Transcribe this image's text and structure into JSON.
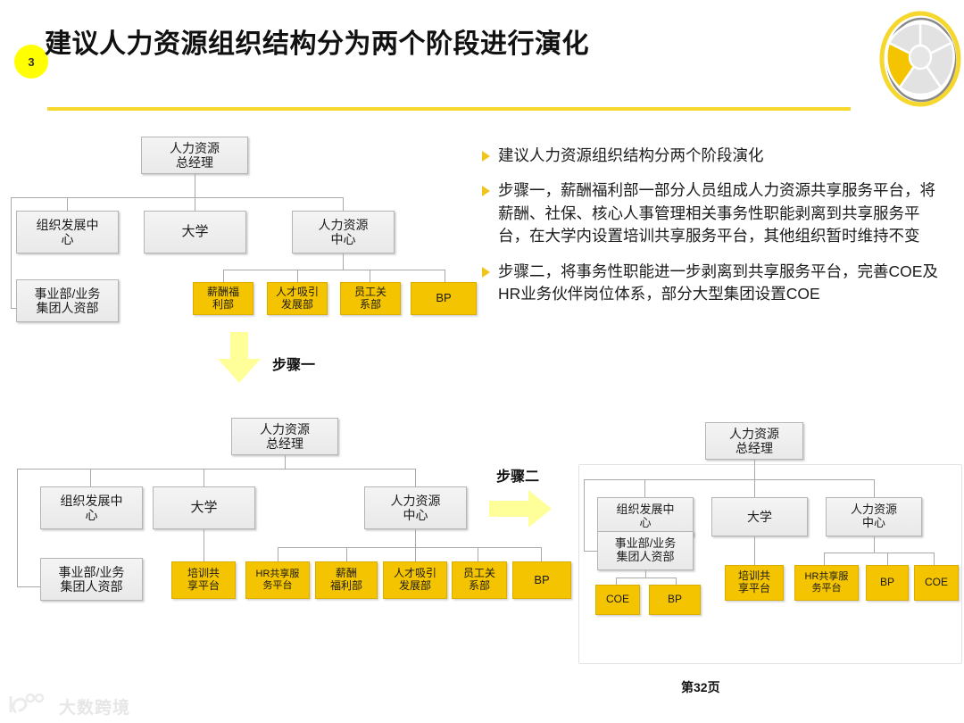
{
  "header": {
    "page_badge": "3",
    "title": "建议人力资源组织结构分为两个阶段进行演化",
    "brand_icon": "wheel-logo"
  },
  "bullets": [
    {
      "text": "建议人力资源组织结构分两个阶段演化"
    },
    {
      "text": "步骤一，薪酬福利部一部分人员组成人力资源共享服务平台，将薪酬、社保、核心人事管理相关事务性职能剥离到共享服务平台，在大学内设置培训共享服务平台，其他组织暂时维持不变"
    },
    {
      "text": "步骤二，将事务性职能进一步剥离到共享服务平台，完善COE及HR业务伙伴岗位体系，部分大型集团设置COE"
    }
  ],
  "steps": {
    "step_one_label": "步骤一",
    "step_two_label": "步骤二",
    "arrow_down_icon": "arrow-down-icon",
    "arrow_right_icon": "arrow-right-icon"
  },
  "chart1": {
    "root": "人力资源\n总经理",
    "root_l1": "人力资源",
    "root_l2": "总经理",
    "l1": [
      {
        "l1": "组织发展中",
        "l2": "心"
      },
      {
        "l1": "大学",
        "l2": ""
      },
      {
        "l1": "人力资源",
        "l2": "中心"
      }
    ],
    "side": {
      "l1": "事业部/业务",
      "l2": "集团人资部"
    },
    "hrc_children": [
      {
        "l1": "薪酬福",
        "l2": "利部"
      },
      {
        "l1": "人才吸引",
        "l2": "发展部"
      },
      {
        "l1": "员工关",
        "l2": "系部"
      },
      {
        "l1": "BP",
        "l2": ""
      }
    ]
  },
  "chart2": {
    "root_l1": "人力资源",
    "root_l2": "总经理",
    "l1": [
      {
        "l1": "组织发展中",
        "l2": "心"
      },
      {
        "l1": "大学",
        "l2": ""
      },
      {
        "l1": "人力资源",
        "l2": "中心"
      }
    ],
    "side": {
      "l1": "事业部/业务",
      "l2": "集团人资部"
    },
    "univ_child": {
      "l1": "培训共",
      "l2": "享平台"
    },
    "hrc_children": [
      {
        "l1": "HR共享服",
        "l2": "务平台"
      },
      {
        "l1": "薪酬",
        "l2": "福利部"
      },
      {
        "l1": "人才吸引",
        "l2": "发展部"
      },
      {
        "l1": "员工关",
        "l2": "系部"
      },
      {
        "l1": "BP",
        "l2": ""
      }
    ]
  },
  "chart3": {
    "root_l1": "人力资源",
    "root_l2": "总经理",
    "l1": [
      {
        "l1": "组织发展中",
        "l2": "心"
      },
      {
        "l1": "大学",
        "l2": ""
      },
      {
        "l1": "人力资源",
        "l2": "中心"
      }
    ],
    "side": {
      "l1": "事业部/业务",
      "l2": "集团人资部"
    },
    "side_children": [
      {
        "l1": "COE",
        "l2": ""
      },
      {
        "l1": "BP",
        "l2": ""
      }
    ],
    "univ_child": {
      "l1": "培训共",
      "l2": "享平台"
    },
    "hrc_children": [
      {
        "l1": "HR共享服",
        "l2": "务平台"
      },
      {
        "l1": "BP",
        "l2": ""
      },
      {
        "l1": "COE",
        "l2": ""
      }
    ]
  },
  "footer": {
    "page_number": "第32页",
    "watermark_text": "大数跨境",
    "watermark_icon": "watermark-logo-icon"
  },
  "colors": {
    "accent_yellow": "#f5c400",
    "badge_yellow": "#ffff00",
    "rule_yellow": "#f5d72e",
    "arrow_yellow": "#ffff99",
    "box_grey": "#eeeeee",
    "line_grey": "#a9a9a9"
  }
}
